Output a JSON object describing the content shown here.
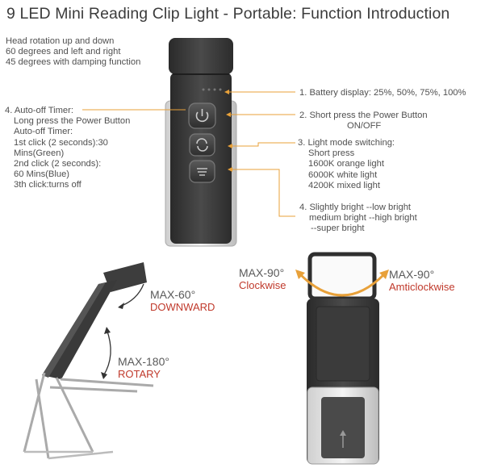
{
  "title": "9 LED Mini Reading Clip Light - Portable: Function Introduction",
  "head_rotation": [
    "Head rotation up and down",
    "60 degrees and left and right",
    "45 degrees with damping function"
  ],
  "auto_off": {
    "heading": "4. Auto-off Timer:",
    "lines": [
      "Long press the Power Button",
      "Auto-off Timer:",
      "1st click (2 seconds):30",
      "Mins(Green)",
      "2nd click (2 seconds):",
      "60 Mins(Blue)",
      "3th click:turns off"
    ]
  },
  "battery": "1. Battery display: 25%, 50%, 75%, 100%",
  "power": {
    "line1": "2. Short press the Power Button",
    "line2": "ON/OFF"
  },
  "light_mode": {
    "heading": "3. Light mode switching:",
    "lines": [
      "Short press",
      "1600K orange light",
      "6000K white light",
      "4200K mixed light"
    ]
  },
  "brightness": {
    "lines": [
      "4. Slightly bright --low bright",
      "medium bright --high bright",
      "--super bright"
    ]
  },
  "angles": {
    "downward": {
      "value": "MAX-60°",
      "label": "DOWNWARD"
    },
    "rotary": {
      "value": "MAX-180°",
      "label": "ROTARY"
    },
    "clockwise": {
      "value": "MAX-90°",
      "label": "Clockwise"
    },
    "anticlockwise": {
      "value": "MAX-90°",
      "label": "Amticlockwise"
    }
  },
  "colors": {
    "accent_orange": "#e8a13a",
    "label_red": "#c0392b",
    "device": "#3a3a3a"
  },
  "icons": [
    "power-icon",
    "mode-switch-icon",
    "brightness-icon"
  ]
}
